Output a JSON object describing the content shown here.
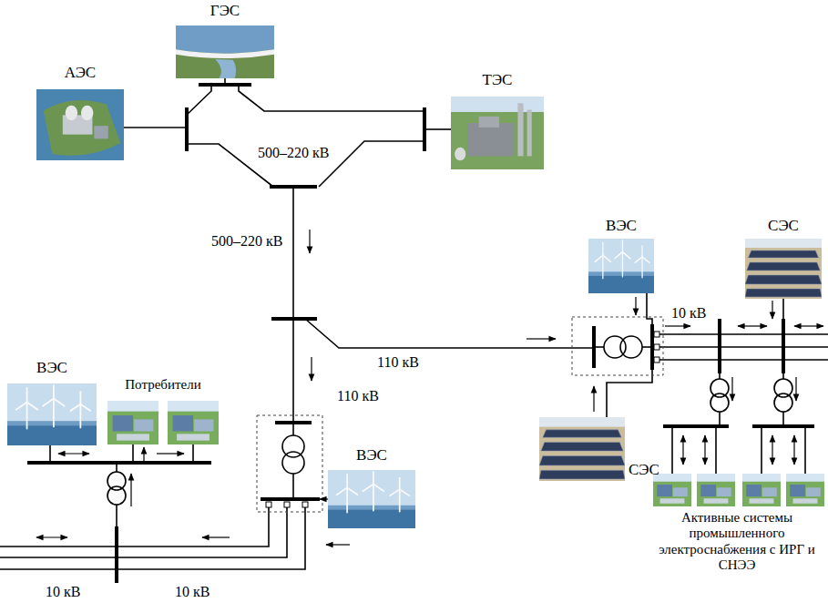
{
  "diagram": {
    "nodes": [
      {
        "text": [
          "ГЭС"
        ]
      },
      {
        "text": [
          "АЭС"
        ]
      },
      {
        "text": [
          "ТЭС"
        ]
      },
      {
        "text": [
          "ВЭС"
        ]
      },
      {
        "text": [
          "СЭС"
        ]
      },
      {
        "text": [
          "ВЭС"
        ]
      },
      {
        "text": [
          "Потребители"
        ]
      },
      {
        "text": [
          "ВЭС"
        ]
      },
      {
        "text": [
          "СЭС"
        ]
      },
      {
        "text": [
          "Активные системы промышленного электроснабжения с ИРГ и СНЭЭ"
        ]
      }
    ],
    "labels": [
      "500–220 кВ",
      "500–220 кВ",
      "110 кВ",
      "110 кВ",
      "10 кВ",
      "10 кВ",
      "10 кВ"
    ]
  }
}
